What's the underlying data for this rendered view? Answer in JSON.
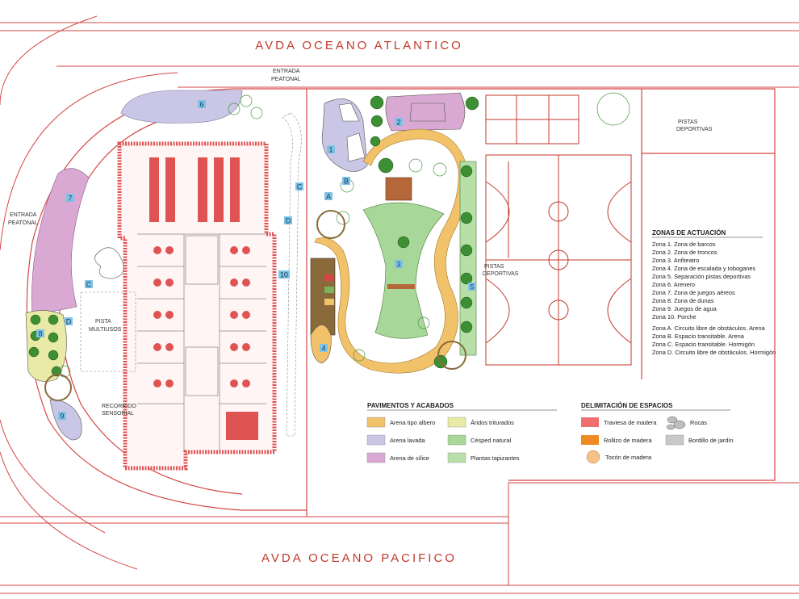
{
  "streets": {
    "north": "AVDA OCEANO ATLANTICO",
    "south": "AVDA OCEANO PACIFICO"
  },
  "labels": {
    "entrada_peatonal_top_1": "ENTRADA",
    "entrada_peatonal_top_2": "PEATONAL",
    "entrada_peatonal_left_1": "ENTRADA",
    "entrada_peatonal_left_2": "PEATONAL",
    "pistas_deportivas_top_1": "PISTAS",
    "pistas_deportivas_top_2": "DEPORTIVAS",
    "pistas_deportivas_mid_1": "PISTAS",
    "pistas_deportivas_mid_2": "DEPORTIVAS",
    "pista_multiusos_1": "PISTA",
    "pista_multiusos_2": "MULTIUSOS",
    "recorrido_sensorial_1": "RECORRIDO",
    "recorrido_sensorial_2": "SENSORIAL"
  },
  "zone_markers": [
    "1",
    "2",
    "3",
    "4",
    "5",
    "6",
    "7",
    "8",
    "9",
    "10"
  ],
  "circuit_markers": {
    "A": "A",
    "B": "B",
    "C": "C",
    "D": "D"
  },
  "zonas": {
    "title": "ZONAS DE ACTUACIÓN",
    "items": [
      "Zona 1. Zona de barcos",
      "Zona 2. Zona de troncos",
      "Zona 3. Anfiteatro",
      "Zona 4. Zona de escalada y toboganes",
      "Zona 5. Separación pistas deportivas",
      "Zona 6. Arenero",
      "Zona 7. Zona de juegos aéreos",
      "Zona 8. Zona de dunas",
      "Zona 9. Juegos de agua",
      "Zona 10. Porche"
    ],
    "circuits": [
      "Zona A. Circuito libre de obstáculos. Arena",
      "Zona B. Espacio transitable. Arena",
      "Zona C. Espacio transitable. Hormigón",
      "Zona D. Circuito libre de obstáculos. Hormigón"
    ]
  },
  "pavimentos": {
    "title": "PAVIMENTOS Y ACABADOS",
    "items": [
      {
        "label": "Arena tipo albero",
        "color": "#f2c26b"
      },
      {
        "label": "Áridos triturados",
        "color": "#e8eaa5"
      },
      {
        "label": "Arena lavada",
        "color": "#c9c6e6"
      },
      {
        "label": "Césped natural",
        "color": "#a8d79a"
      },
      {
        "label": "Arena de sílice",
        "color": "#d9a9d3"
      },
      {
        "label": "Plantas tapizantes",
        "color": "#b7e0a8"
      }
    ]
  },
  "delimitacion": {
    "title": "DELIMITACIÓN DE ESPACIOS",
    "items": [
      {
        "label": "Traviesa de madera",
        "color": "#ee6f6f"
      },
      {
        "label": "Rocas",
        "color": "#bdbdbd"
      },
      {
        "label": "Rollizo de madera",
        "color": "#f08a24"
      },
      {
        "label": "Bordillo de jardín",
        "color": "#c9c9c9"
      },
      {
        "label": "Tocón de madera",
        "color": "#f5c08a"
      }
    ]
  },
  "colors": {
    "line": "#d64545",
    "building": "#e05353",
    "marker": "#7ec3e6"
  }
}
